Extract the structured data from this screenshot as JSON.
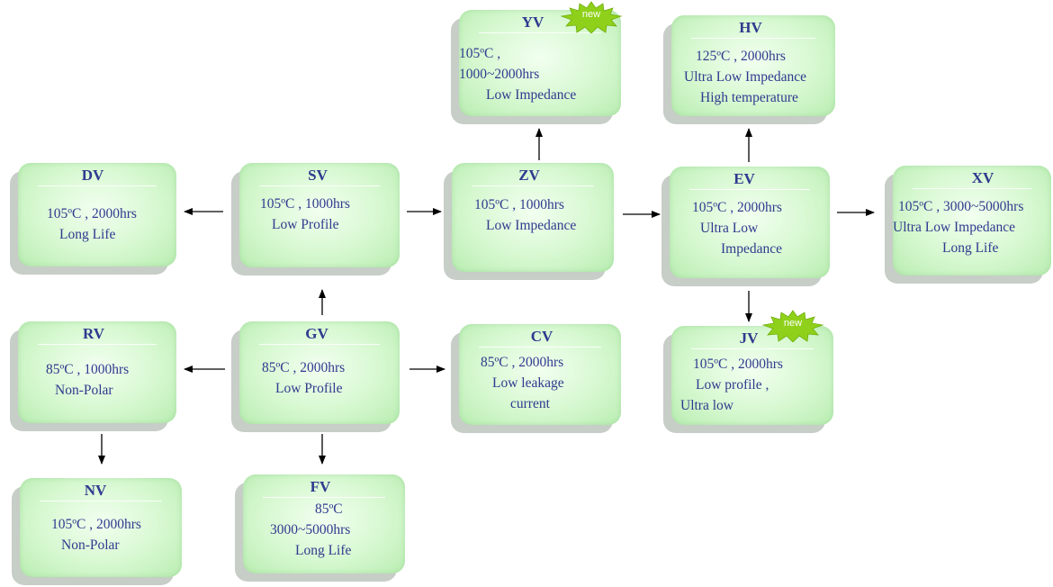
{
  "nodes": {
    "yv": {
      "title": "YV",
      "lines": [
        "105ºC ,",
        "1000~2000hrs",
        "Low Impedance"
      ],
      "badge": "new"
    },
    "hv": {
      "title": "HV",
      "lines": [
        "125ºC , 2000hrs",
        "Ultra Low  Impedance",
        "High temperature"
      ]
    },
    "dv": {
      "title": "DV",
      "lines": [
        "105ºC , 2000hrs",
        "Long Life"
      ]
    },
    "sv": {
      "title": "SV",
      "lines": [
        "105ºC , 1000hrs",
        "Low Profile"
      ]
    },
    "zv": {
      "title": "ZV",
      "lines": [
        "105ºC , 1000hrs",
        "Low Impedance"
      ]
    },
    "ev": {
      "title": "EV",
      "lines": [
        "105ºC , 2000hrs",
        "Ultra Low",
        "Impedance"
      ]
    },
    "xv": {
      "title": "XV",
      "lines": [
        "105ºC , 3000~5000hrs",
        "Ultra Low  Impedance",
        "Long Life"
      ]
    },
    "rv": {
      "title": "RV",
      "lines": [
        "85ºC , 1000hrs",
        "Non-Polar"
      ]
    },
    "gv": {
      "title": "GV",
      "lines": [
        "85ºC , 2000hrs",
        "Low Profile"
      ]
    },
    "cv": {
      "title": "CV",
      "lines": [
        "85ºC , 2000hrs",
        "Low leakage",
        "current"
      ]
    },
    "jv": {
      "title": "JV",
      "lines": [
        "105ºC , 2000hrs",
        "Low profile ,",
        "Ultra low"
      ],
      "badge": "new"
    },
    "nv": {
      "title": "NV",
      "lines": [
        "105ºC , 2000hrs",
        "Non-Polar"
      ]
    },
    "fv": {
      "title": "FV",
      "lines": [
        "85ºC",
        "3000~5000hrs",
        "Long Life"
      ]
    }
  },
  "colors": {
    "text": "#2f3a8f",
    "badge": "#8fd11a",
    "arrow": "#000000"
  }
}
